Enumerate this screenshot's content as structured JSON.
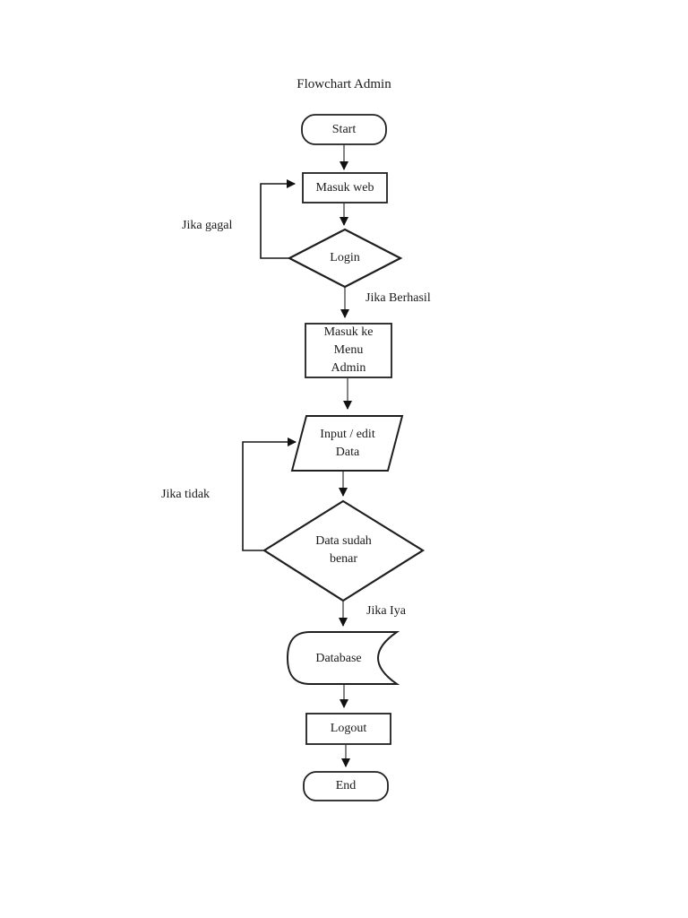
{
  "colors": {
    "shape_stroke": "#1f1f1f",
    "connector": "#6e6e6e",
    "arrowhead": "#111111",
    "text": "#1a1a1a",
    "background": "#ffffff"
  },
  "title": "Flowchart Admin",
  "nodes": {
    "start": {
      "label": "Start",
      "type": "terminator"
    },
    "masuk_web": {
      "label": "Masuk web",
      "type": "process"
    },
    "login": {
      "label": "Login",
      "type": "decision"
    },
    "menu_admin": {
      "label": "Masuk ke\nMenu\nAdmin",
      "type": "process"
    },
    "input_edit": {
      "label": "Input / edit\nData",
      "type": "input-output"
    },
    "data_benar": {
      "label": "Data sudah\nbenar",
      "type": "decision"
    },
    "database": {
      "label": "Database",
      "type": "stored-data"
    },
    "logout": {
      "label": "Logout",
      "type": "process"
    },
    "end": {
      "label": "End",
      "type": "terminator"
    }
  },
  "edge_labels": {
    "jika_gagal": "Jika gagal",
    "jika_berhasil": "Jika Berhasil",
    "jika_tidak": "Jika tidak",
    "jika_iya": "Jika Iya"
  }
}
